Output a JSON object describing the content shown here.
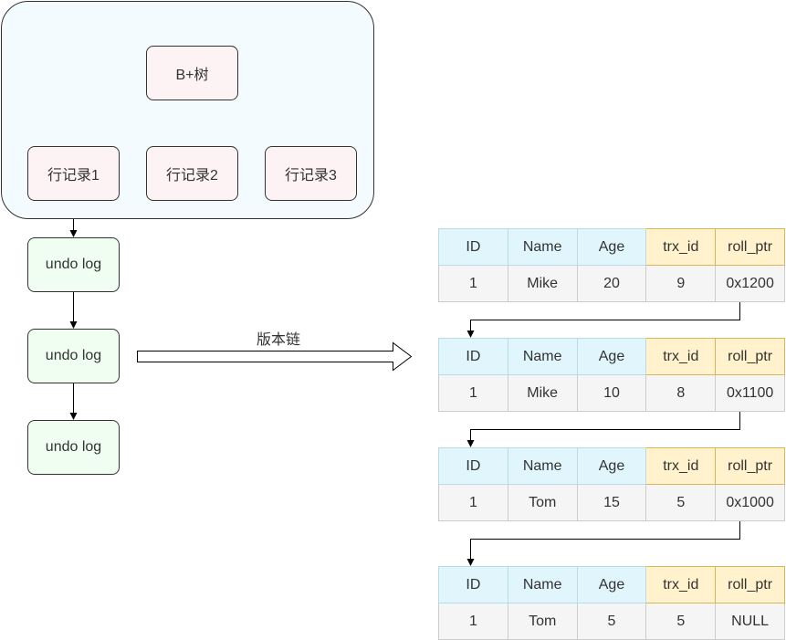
{
  "btree": {
    "root_label": "B+树",
    "records": [
      "行记录1",
      "行记录2",
      "行记录3"
    ]
  },
  "undo_logs": [
    "undo log",
    "undo log",
    "undo log"
  ],
  "chain_label": "版本链",
  "version_table": {
    "columns": [
      "ID",
      "Name",
      "Age",
      "trx_id",
      "roll_ptr"
    ],
    "rows": [
      [
        "1",
        "Mike",
        "20",
        "9",
        "0x1200"
      ],
      [
        "1",
        "Mike",
        "10",
        "8",
        "0x1100"
      ],
      [
        "1",
        "Tom",
        "15",
        "5",
        "0x1000"
      ],
      [
        "1",
        "Tom",
        "5",
        "5",
        "NULL"
      ]
    ]
  },
  "colors": {
    "container_fill": "#f3fbfe",
    "record_fill": "#fef3f4",
    "undo_fill": "#f0fdf1",
    "header_blue": "#e1f5fd",
    "header_yellow": "#fff2cc",
    "cell_fill": "#f5f5f5"
  }
}
